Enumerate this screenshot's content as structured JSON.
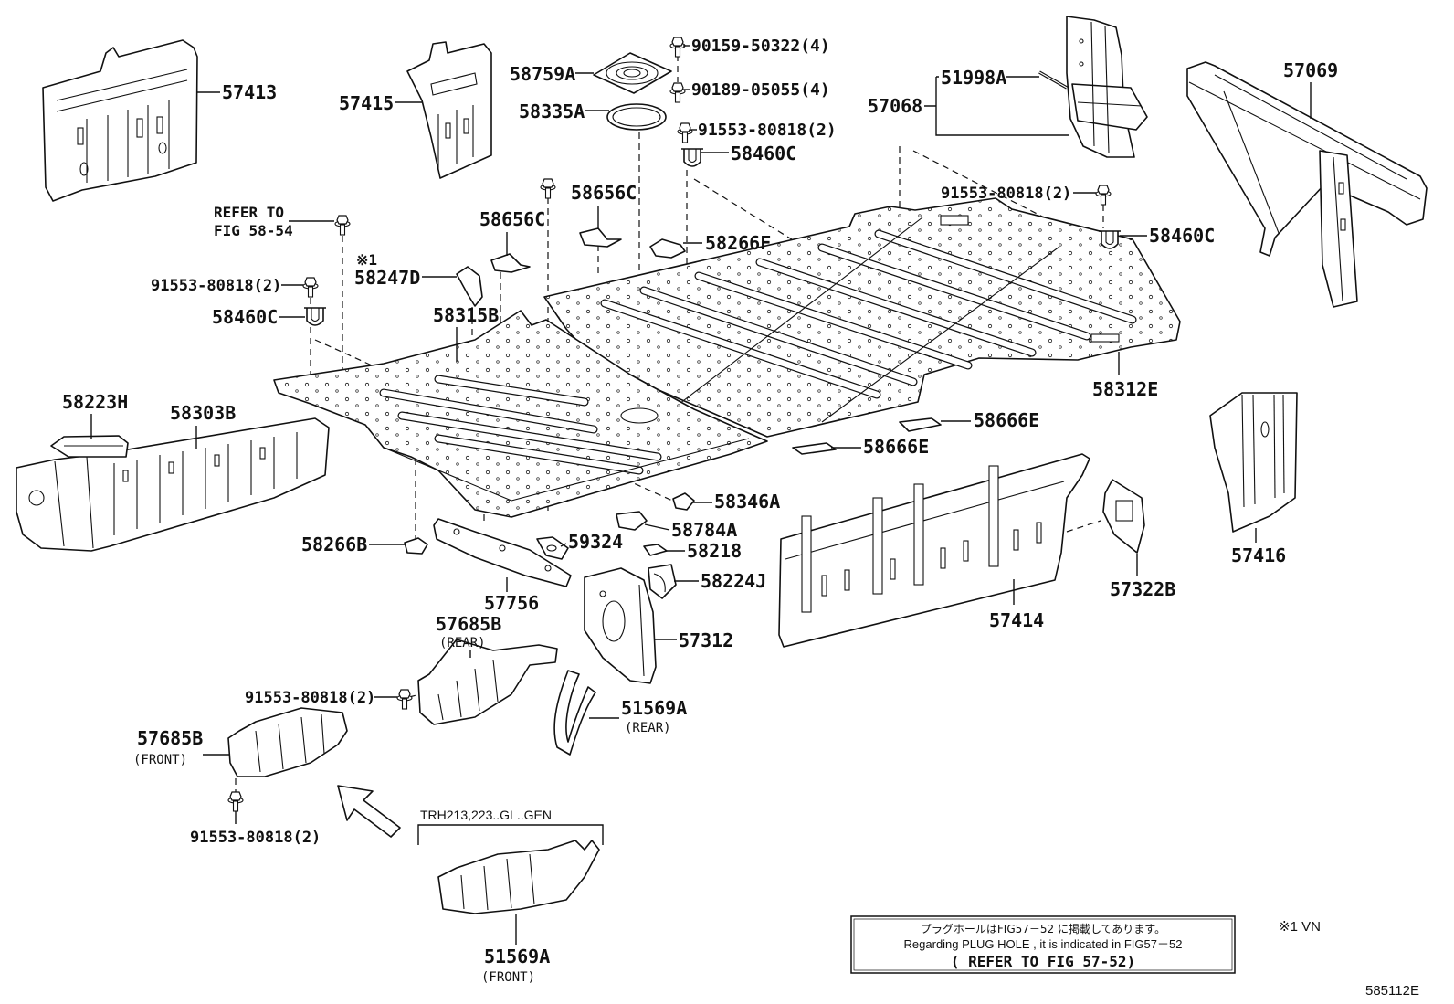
{
  "diagram": {
    "code": "585112E",
    "footnote": "※1 VN",
    "marker": "※1",
    "variant_group": "TRH213,223..GL..GEN",
    "refer": {
      "line1": "REFER TO",
      "line2": "FIG 58-54"
    },
    "notice": {
      "ja": "プラグホールはFIG57－52 に掲載してあります。",
      "en": "Regarding PLUG HOLE , it is indicated in FIG57－52",
      "ref": "( REFER TO FIG 57-52)"
    }
  },
  "callouts": [
    {
      "part": "57413"
    },
    {
      "part": "57415"
    },
    {
      "part": "58759A"
    },
    {
      "part": "58335A"
    },
    {
      "part": "90159-50322(4)"
    },
    {
      "part": "90189-05055(4)"
    },
    {
      "part": "91553-80818(2)"
    },
    {
      "part": "58460C"
    },
    {
      "part": "51998A"
    },
    {
      "part": "57068"
    },
    {
      "part": "57069"
    },
    {
      "part": "58656C"
    },
    {
      "part": "58656C"
    },
    {
      "part": "58266F"
    },
    {
      "part": "91553-80818(2)"
    },
    {
      "part": "58460C"
    },
    {
      "part": "58247D"
    },
    {
      "part": "91553-80818(2)"
    },
    {
      "part": "58460C"
    },
    {
      "part": "58315B"
    },
    {
      "part": "58312E"
    },
    {
      "part": "58223H"
    },
    {
      "part": "58303B"
    },
    {
      "part": "58666E"
    },
    {
      "part": "58666E"
    },
    {
      "part": "58346A"
    },
    {
      "part": "58784A"
    },
    {
      "part": "59324"
    },
    {
      "part": "58218"
    },
    {
      "part": "58266B"
    },
    {
      "part": "58224J"
    },
    {
      "part": "57756"
    },
    {
      "part": "57416"
    },
    {
      "part": "57322B"
    },
    {
      "part": "57414"
    },
    {
      "part": "57685B",
      "qualifier": "(REAR)"
    },
    {
      "part": "57312"
    },
    {
      "part": "91553-80818(2)"
    },
    {
      "part": "51569A",
      "qualifier": "(REAR)"
    },
    {
      "part": "57685B",
      "qualifier": "(FRONT)"
    },
    {
      "part": "91553-80818(2)"
    },
    {
      "part": "51569A",
      "qualifier": "(FRONT)"
    }
  ]
}
